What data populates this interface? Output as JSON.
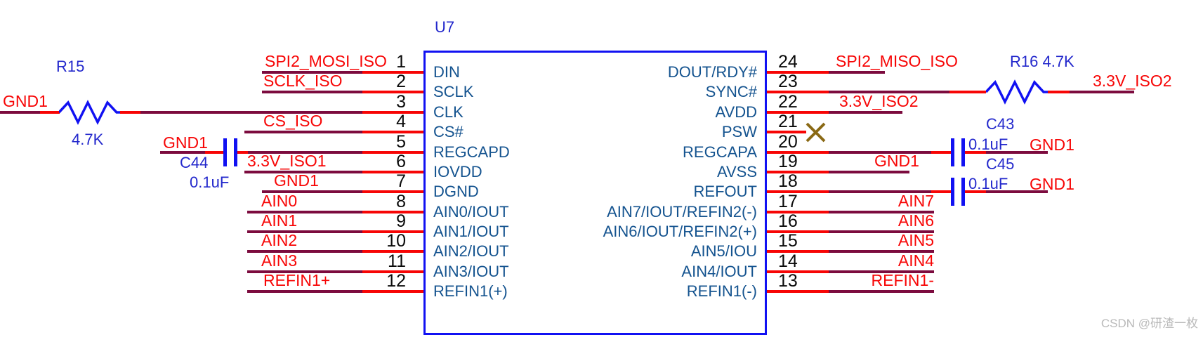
{
  "chip": {
    "designator": "U7",
    "left_pins": [
      {
        "number": "1",
        "name": "DIN",
        "net": "SPI2_MOSI_ISO"
      },
      {
        "number": "2",
        "name": "SCLK",
        "net": "SCLK_ISO"
      },
      {
        "number": "3",
        "name": "CLK",
        "net": ""
      },
      {
        "number": "4",
        "name": "CS#",
        "net": "CS_ISO"
      },
      {
        "number": "5",
        "name": "REGCAPD",
        "net": ""
      },
      {
        "number": "6",
        "name": "IOVDD",
        "net": "3.3V_ISO1"
      },
      {
        "number": "7",
        "name": "DGND",
        "net": "GND1"
      },
      {
        "number": "8",
        "name": "AIN0/IOUT",
        "net": "AIN0"
      },
      {
        "number": "9",
        "name": "AIN1/IOUT",
        "net": "AIN1"
      },
      {
        "number": "10",
        "name": "AIN2/IOUT",
        "net": "AIN2"
      },
      {
        "number": "11",
        "name": "AIN3/IOUT",
        "net": "AIN3"
      },
      {
        "number": "12",
        "name": "REFIN1(+)",
        "net": "REFIN1+"
      }
    ],
    "right_pins": [
      {
        "number": "24",
        "name": "DOUT/RDY#",
        "net": "SPI2_MISO_ISO"
      },
      {
        "number": "23",
        "name": "SYNC#",
        "net": ""
      },
      {
        "number": "22",
        "name": "AVDD",
        "net": "3.3V_ISO2"
      },
      {
        "number": "21",
        "name": "PSW",
        "net": ""
      },
      {
        "number": "20",
        "name": "REGCAPA",
        "net": ""
      },
      {
        "number": "19",
        "name": "AVSS",
        "net": "GND1"
      },
      {
        "number": "18",
        "name": "REFOUT",
        "net": ""
      },
      {
        "number": "17",
        "name": "AIN7/IOUT/REFIN2(-)",
        "net": "AIN7"
      },
      {
        "number": "16",
        "name": "AIN6/IOUT/REFIN2(+)",
        "net": "AIN6"
      },
      {
        "number": "15",
        "name": "AIN5/IOU",
        "net": "AIN5"
      },
      {
        "number": "14",
        "name": "AIN4/IOUT",
        "net": "AIN4"
      },
      {
        "number": "13",
        "name": "REFIN1(-)",
        "net": "REFIN1-"
      }
    ]
  },
  "components": {
    "r15": {
      "designator": "R15",
      "value": "4.7K",
      "net_left": "GND1"
    },
    "r16": {
      "label": "R16 4.7K",
      "net_right": "3.3V_ISO2"
    },
    "c44": {
      "designator": "C44",
      "value": "0.1uF",
      "net": "GND1"
    },
    "c43": {
      "designator": "C43",
      "value": "0.1uF",
      "net": "GND1"
    },
    "c45": {
      "designator": "C45",
      "value": "0.1uF",
      "net": "GND1"
    }
  },
  "colors": {
    "wire": "#7c0b3e",
    "pin": "#f70505",
    "symbol": "#1111f2",
    "pin_name": "#14538f",
    "designator": "#2328cc",
    "net_label": "#f70505",
    "no_connect": "#8a6914"
  },
  "watermark": "CSDN @研渣一枚"
}
